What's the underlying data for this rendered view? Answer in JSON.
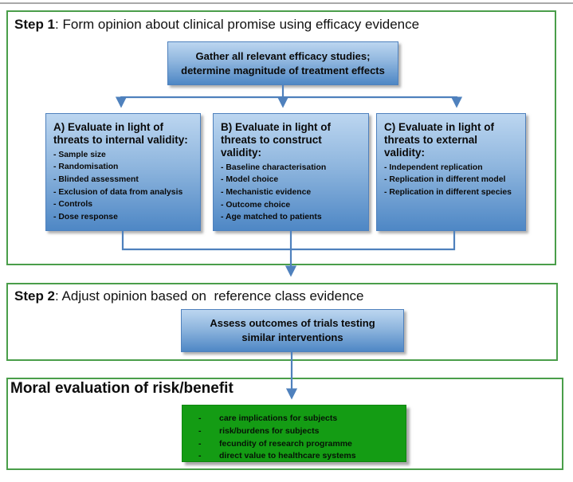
{
  "step1": {
    "title_bold": "Step 1",
    "title_rest": ": Form opinion about clinical promise using efficacy evidence",
    "gather": {
      "line1": "Gather all relevant efficacy studies;",
      "line2": "determine magnitude of treatment effects"
    },
    "boxes": [
      {
        "heading": "A) Evaluate in light of threats to internal validity:",
        "items": [
          "- Sample size",
          "- Randomisation",
          "- Blinded assessment",
          "- Exclusion of data from analysis",
          "- Controls",
          "- Dose response"
        ]
      },
      {
        "heading": "B) Evaluate in light of threats to construct validity:",
        "items": [
          "- Baseline characterisation",
          "- Model choice",
          "- Mechanistic evidence",
          "- Outcome choice",
          "- Age matched to patients"
        ]
      },
      {
        "heading": "C) Evaluate in light of threats to external validity:",
        "items": [
          "- Independent replication",
          "- Replication in different model",
          "- Replication in different species"
        ]
      }
    ]
  },
  "step2": {
    "title_bold": "Step 2",
    "title_rest": ": Adjust opinion based on  reference class evidence",
    "assess": {
      "line1": "Assess outcomes of trials testing",
      "line2": "similar interventions"
    }
  },
  "moral": {
    "title": "Moral evaluation of risk/benefit",
    "bullet": "-",
    "items": [
      "care implications for subjects",
      "risk/burdens for subjects",
      "fecundity of research programme",
      "direct value to healthcare systems"
    ]
  },
  "colors": {
    "container_border": "#4a9e4a",
    "connector_blue": "#4f81bd",
    "blue_box_top": "#bcd6f0",
    "blue_box_bottom": "#4e87c5",
    "green_box_fill": "#149c14",
    "text": "#111111"
  }
}
